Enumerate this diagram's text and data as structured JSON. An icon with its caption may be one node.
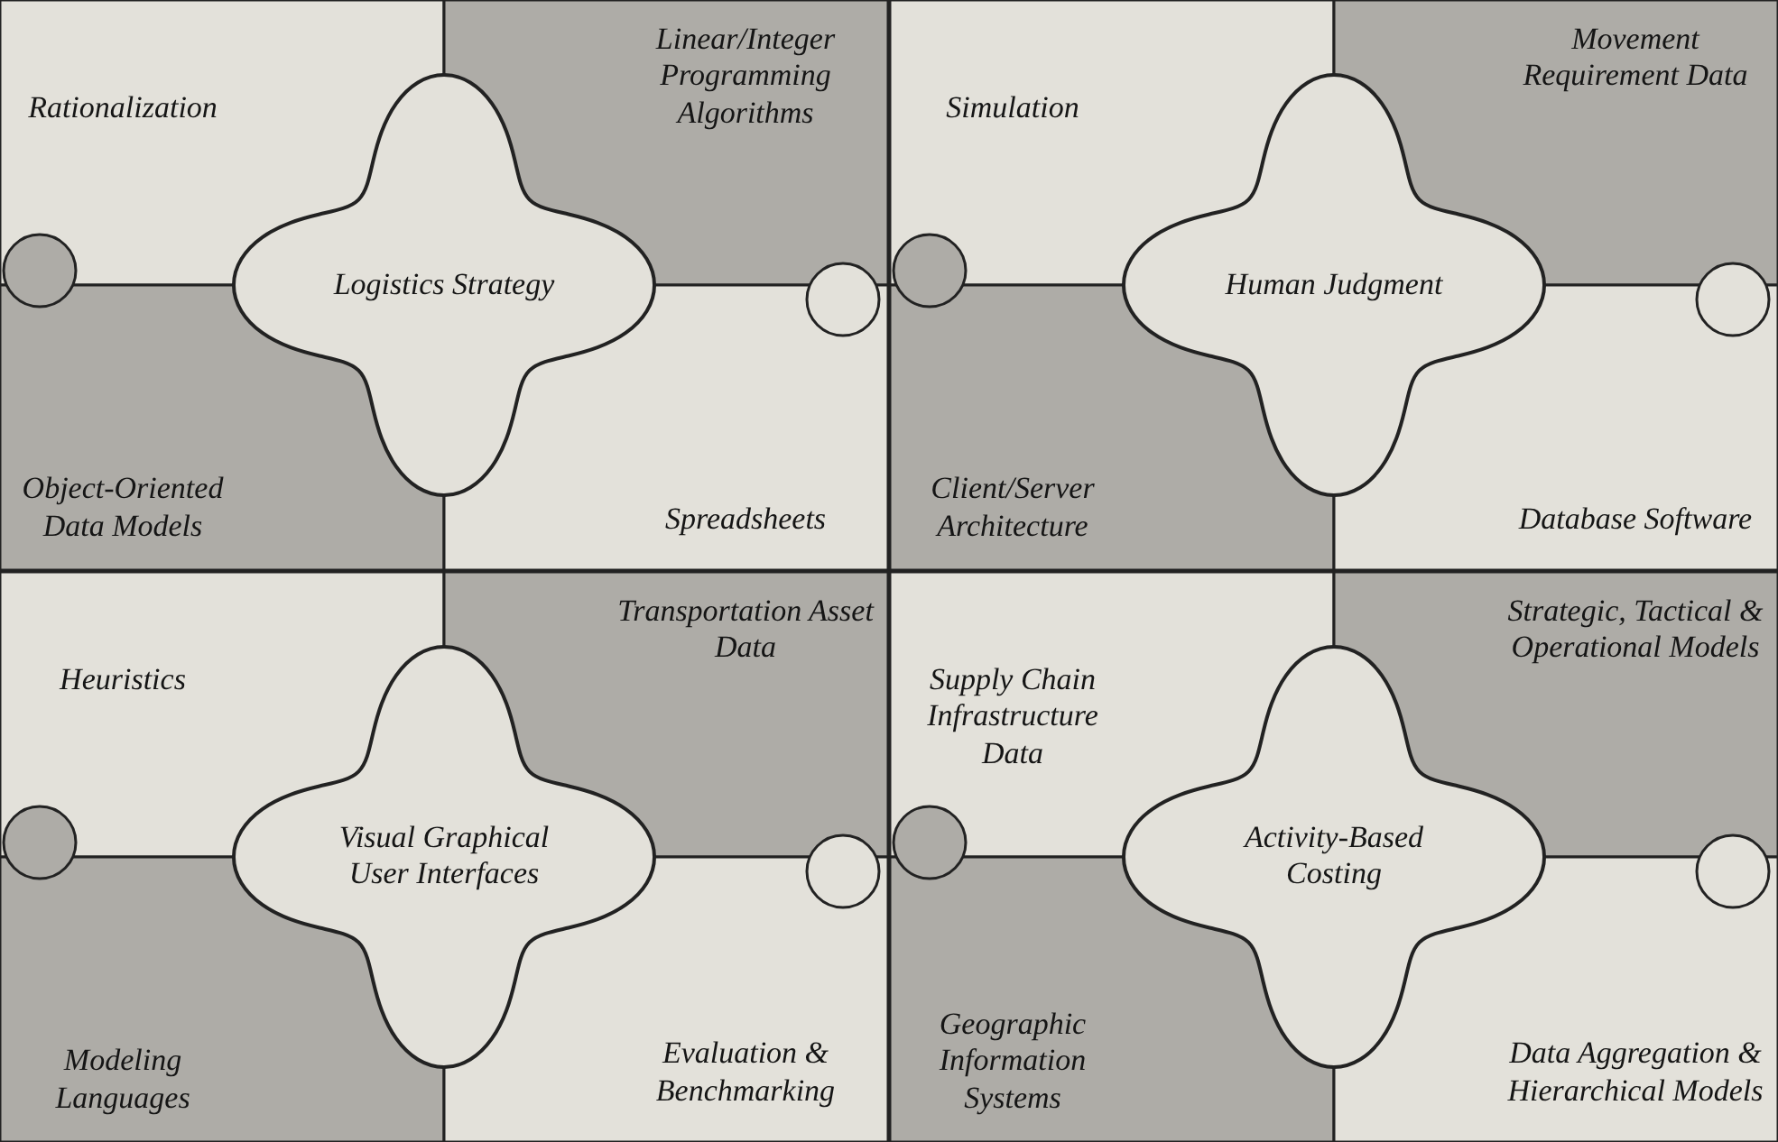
{
  "diagram": {
    "nodes": [
      {
        "text": [
          "Rationalization"
        ]
      },
      {
        "text": [
          "Linear/Integer Programming Algorithms"
        ]
      },
      {
        "text": [
          "Logistics Strategy"
        ]
      },
      {
        "text": [
          "Object-Oriented Data Models"
        ]
      },
      {
        "text": [
          "Spreadsheets"
        ]
      },
      {
        "text": [
          "Simulation"
        ]
      },
      {
        "text": [
          "Movement Requirement Data"
        ]
      },
      {
        "text": [
          "Human Judgment"
        ]
      },
      {
        "text": [
          "Client/Server Architecture"
        ]
      },
      {
        "text": [
          "Database Software"
        ]
      },
      {
        "text": [
          "Heuristics"
        ]
      },
      {
        "text": [
          "Transportation Asset Data"
        ]
      },
      {
        "text": [
          "Visual Graphical User Interfaces"
        ]
      },
      {
        "text": [
          "Modeling Languages"
        ]
      },
      {
        "text": [
          "Evaluation & Benchmarking"
        ]
      },
      {
        "text": [
          "Supply Chain Infrastructure Data"
        ]
      },
      {
        "text": [
          "Strategic, Tactical & Operational Models"
        ]
      },
      {
        "text": [
          "Activity-Based Costing"
        ]
      },
      {
        "text": [
          "Geographic Information Systems"
        ]
      },
      {
        "text": [
          "Data Aggregation & Hierarchical Models"
        ]
      }
    ]
  }
}
